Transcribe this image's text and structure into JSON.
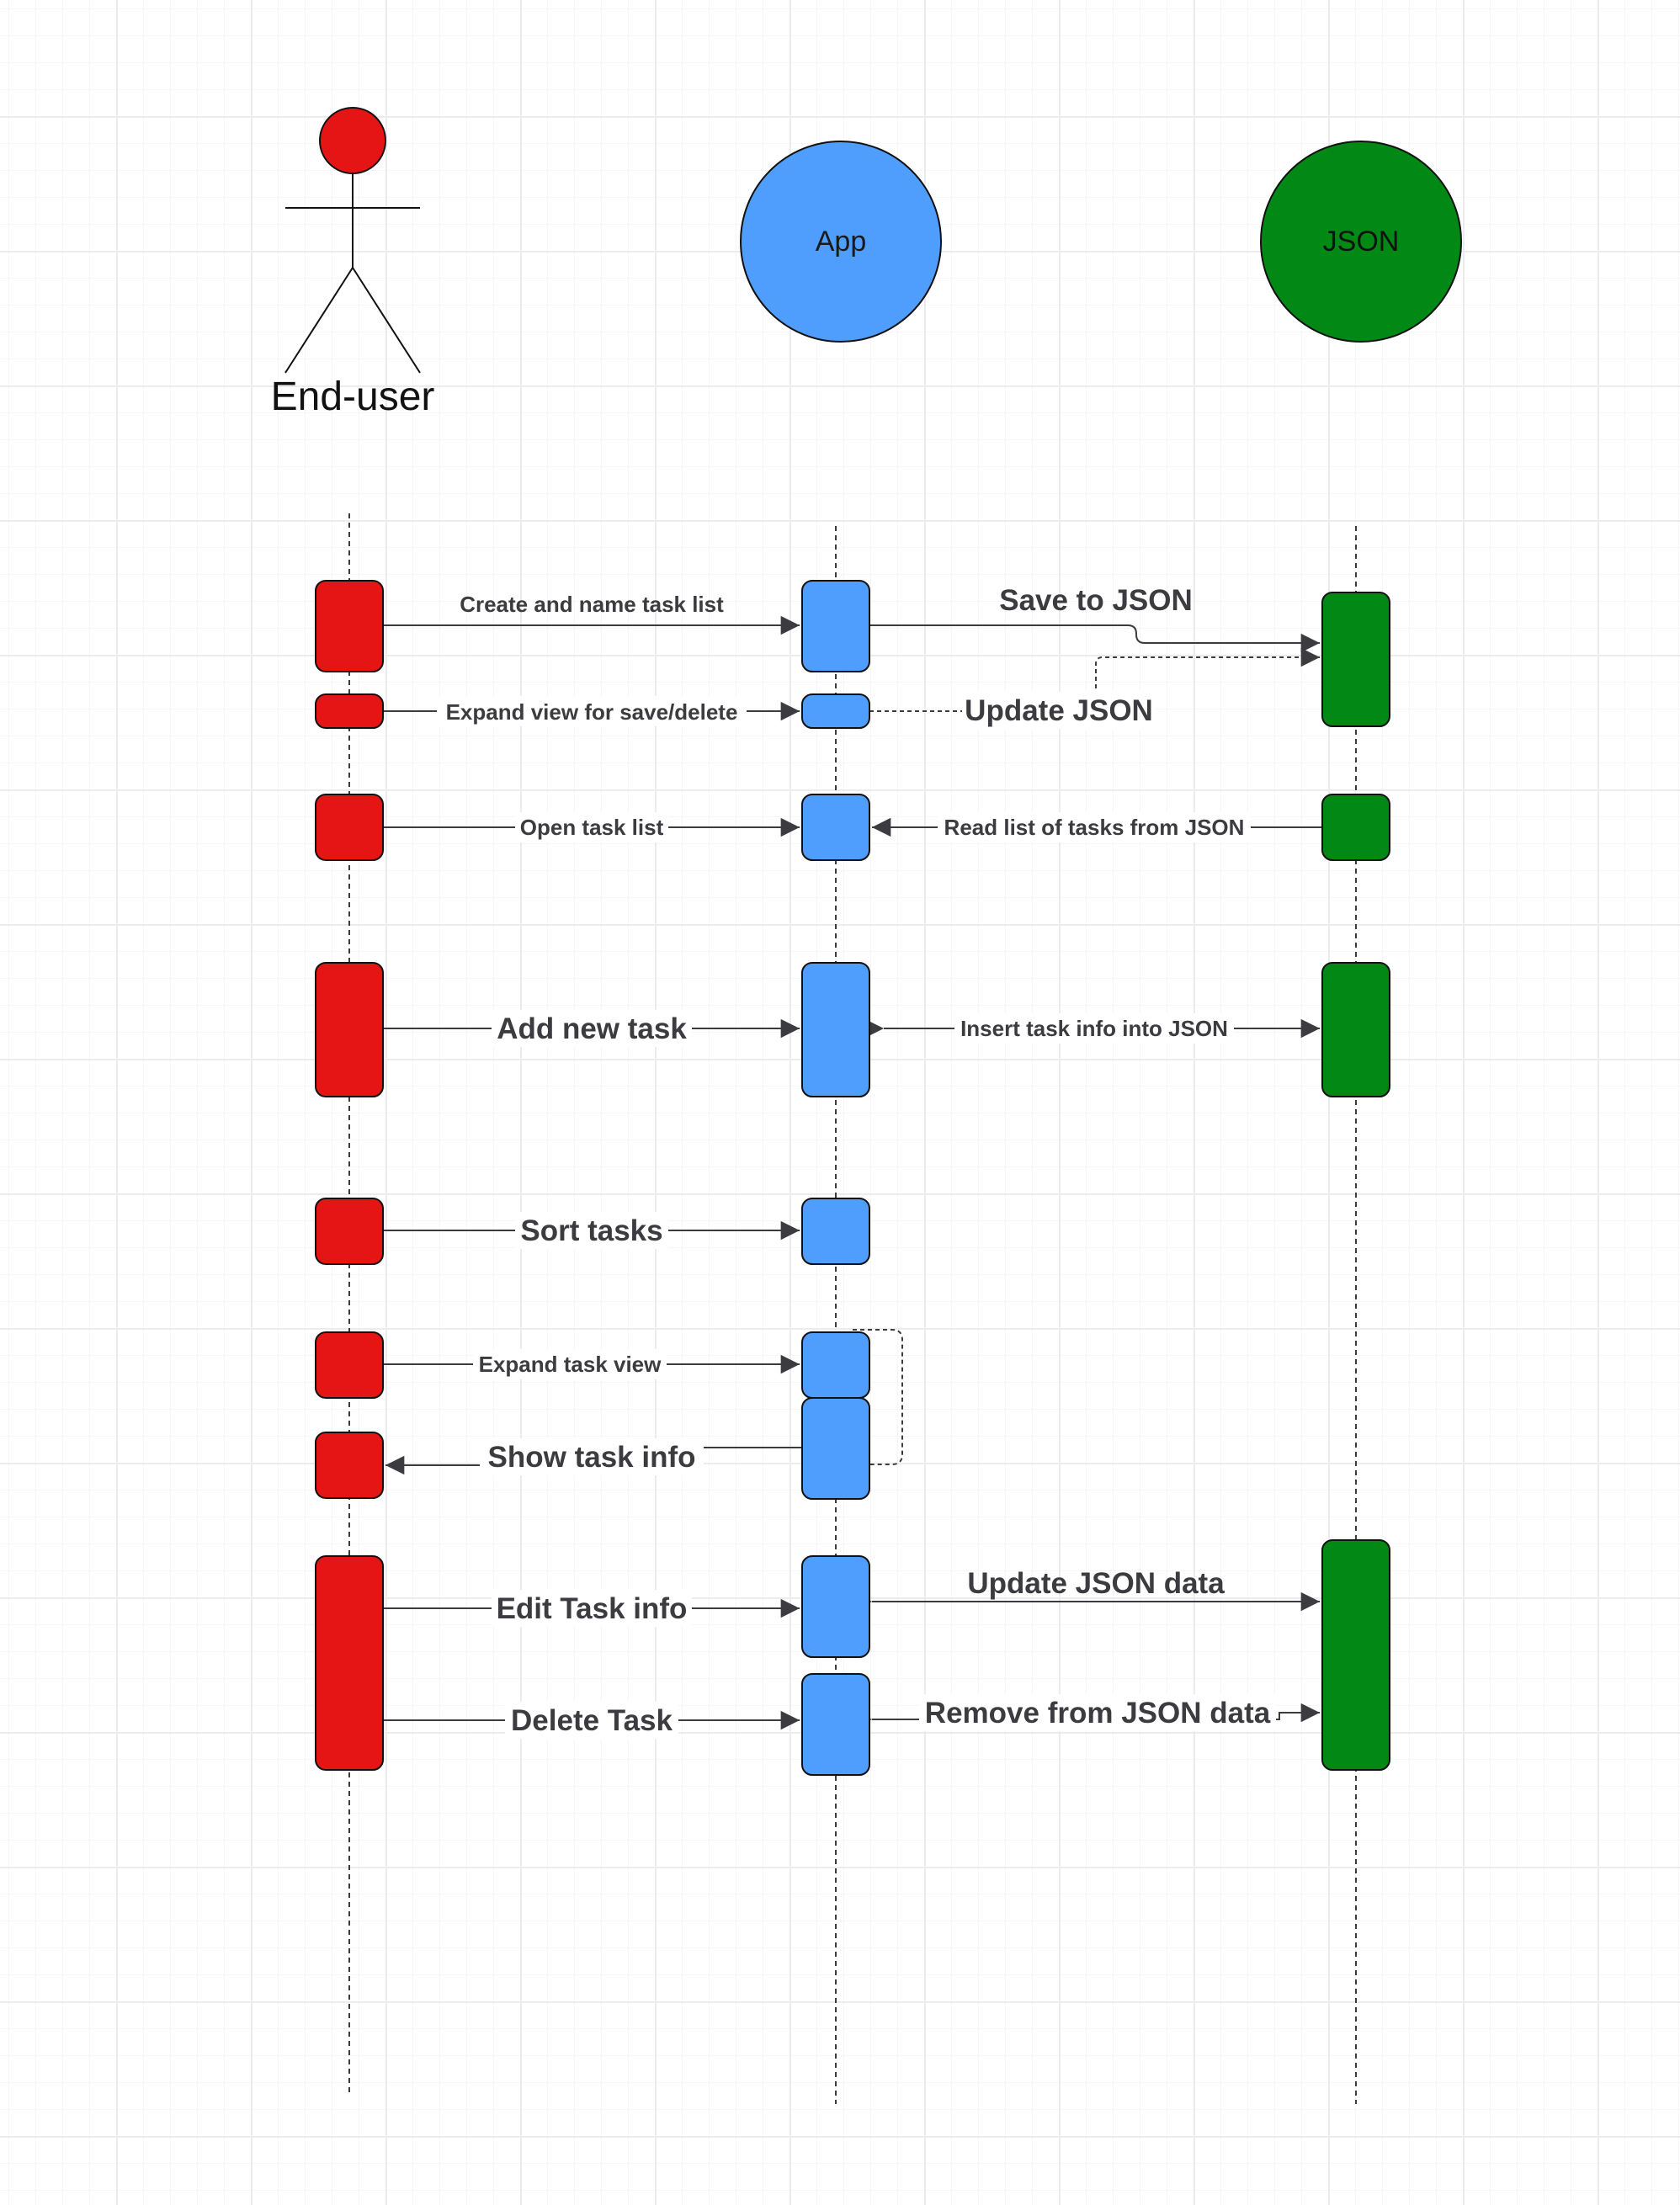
{
  "participants": {
    "end_user": {
      "label": "End-user",
      "color": "#e51515"
    },
    "app": {
      "label": "App",
      "color": "#4f9dfc"
    },
    "json": {
      "label": "JSON",
      "color": "#018815"
    }
  },
  "colors": {
    "line": "#3b3b40",
    "stroke": "#111111",
    "text": "#3b3b40"
  },
  "messages": {
    "create_list": "Create and name task list",
    "save_json": "Save to JSON",
    "expand_save_delete": "Expand view for save/delete",
    "update_json": "Update JSON",
    "open_list": "Open task list",
    "read_list": "Read list of tasks from JSON",
    "add_task": "Add new task",
    "insert_task": "Insert task info into JSON",
    "sort_tasks": "Sort tasks",
    "expand_task_view": "Expand task view",
    "show_task_info": "Show task info",
    "edit_task": "Edit Task info",
    "update_json_data": "Update JSON data",
    "delete_task": "Delete Task",
    "remove_json_data": "Remove from JSON data"
  }
}
